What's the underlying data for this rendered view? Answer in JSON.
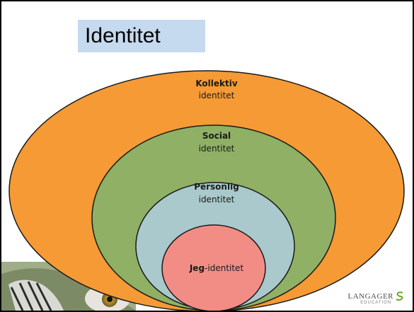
{
  "slide": {
    "title": "Identitet"
  },
  "diagram": {
    "colors": {
      "outer": "#f59a35",
      "second": "#8fb065",
      "third": "#a9c9cc",
      "inner": "#f28d86",
      "stroke": "#1a1a1a"
    },
    "layers": [
      {
        "bold": "Kollektiv",
        "rest": "identitet"
      },
      {
        "bold": "Social",
        "rest": "identitet"
      },
      {
        "bold": "Personlig",
        "rest": "identitet"
      },
      {
        "bold": "Jeg",
        "rest": "-identitet"
      }
    ]
  },
  "logo": {
    "name": "LANGAGER",
    "sub": "EDUCATION"
  }
}
